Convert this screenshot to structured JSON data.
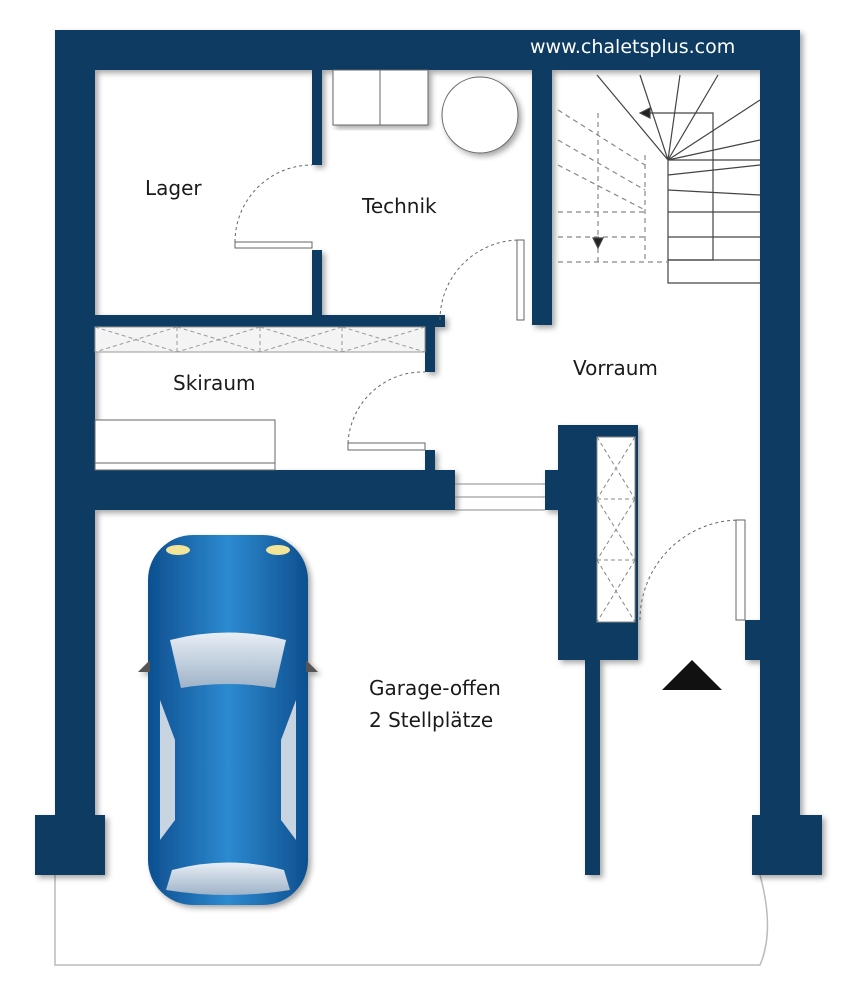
{
  "watermark": "www.chaletsplus.com",
  "rooms": {
    "lager": "Lager",
    "technik": "Technik",
    "skiraum": "Skiraum",
    "vorraum": "Vorraum",
    "garage_line1": "Garage-offen",
    "garage_line2": "2 Stellplätze"
  },
  "colors": {
    "wall": "#0b3a62",
    "car": "#1e73b8"
  }
}
